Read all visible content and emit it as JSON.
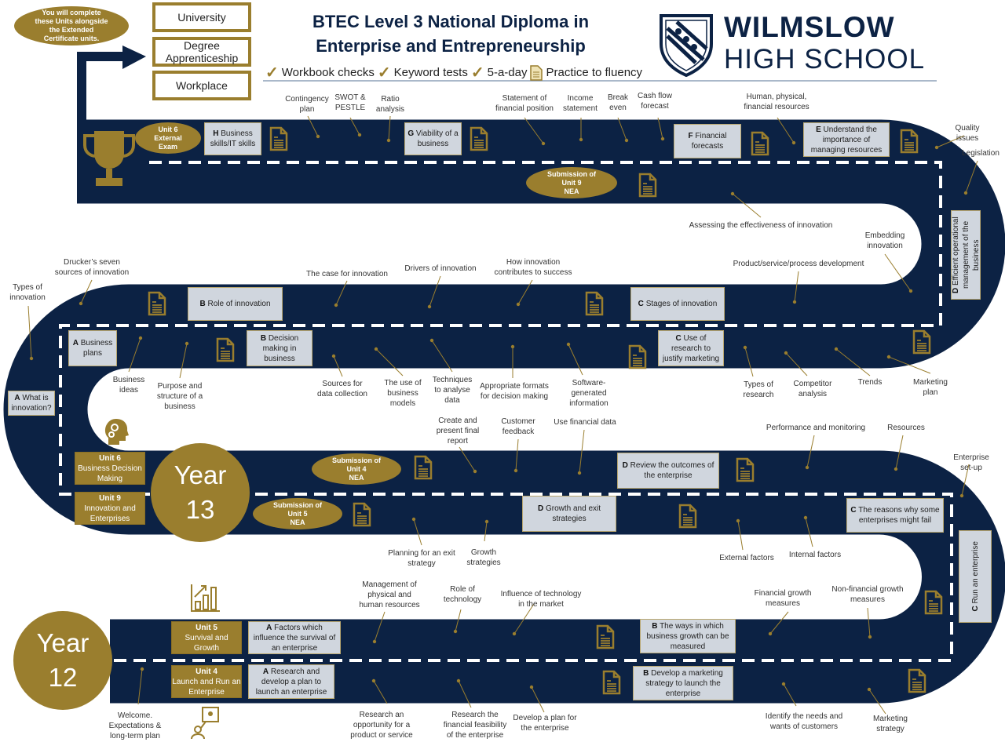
{
  "header": {
    "title_line1": "BTEC Level 3 National Diploma in",
    "title_line2": "Enterprise and Entrepreneurship",
    "checks": [
      "Workbook checks",
      "Keyword tests",
      "5-a-day",
      "Practice to fluency"
    ],
    "school_name_line1": "WILMSLOW",
    "school_name_line2": "HIGH SCHOOL"
  },
  "pathways": [
    "University",
    "Degree\nApprenticeship",
    "Workplace"
  ],
  "note": "You will complete\nthese Units alongside\nthe Extended\nCertificate units.",
  "years": [
    {
      "word": "Year",
      "num": "13"
    },
    {
      "word": "Year",
      "num": "12"
    }
  ],
  "milestones": [
    "Unit 6\nExternal\nExam",
    "Submission of\nUnit 9\nNEA",
    "Submission of\nUnit 4\nNEA",
    "Submission of\nUnit 5\nNEA"
  ],
  "units": [
    {
      "unit": "Unit 6",
      "name": "Business Decision Making"
    },
    {
      "unit": "Unit 9",
      "name": "Innovation and Enterprises"
    },
    {
      "unit": "Unit 5",
      "name": "Survival and Growth"
    },
    {
      "unit": "Unit 4",
      "name": "Launch and Run an Enterprise"
    }
  ],
  "learning_aims": [
    {
      "letter": "H",
      "text": "Business skills/IT skills"
    },
    {
      "letter": "G",
      "text": "Viability of a business"
    },
    {
      "letter": "F",
      "text": "Financial forecasts"
    },
    {
      "letter": "E",
      "text": "Understand the importance of managing resources"
    },
    {
      "letter": "D",
      "text": "Efficient operational management of the business"
    },
    {
      "letter": "B",
      "text": "Role of innovation"
    },
    {
      "letter": "C",
      "text": "Stages of innovation"
    },
    {
      "letter": "A",
      "text": "Business plans"
    },
    {
      "letter": "B",
      "text": "Decision making in business"
    },
    {
      "letter": "C",
      "text": "Use of research to justify marketing"
    },
    {
      "letter": "A",
      "text": "What is innovation?"
    },
    {
      "letter": "D",
      "text": "Review the outcomes of the enterprise"
    },
    {
      "letter": "D",
      "text": "Growth and exit strategies"
    },
    {
      "letter": "C",
      "text": "The reasons why some enterprises might fail"
    },
    {
      "letter": "C",
      "text": "Run an enterprise"
    },
    {
      "letter": "A",
      "text": "Factors which influence the survival of an enterprise"
    },
    {
      "letter": "B",
      "text": "The ways in which business growth can be measured"
    },
    {
      "letter": "A",
      "text": "Research and develop a plan to launch an enterprise"
    },
    {
      "letter": "B",
      "text": "Develop a marketing strategy to launch the enterprise"
    }
  ],
  "topics": [
    "Contingency\nplan",
    "SWOT &\nPESTLE",
    "Ratio\nanalysis",
    "Statement of\nfinancial position",
    "Income\nstatement",
    "Break\neven",
    "Cash flow\nforecast",
    "Human, physical,\nfinancial resources",
    "Quality issues",
    "Legislation",
    "Assessing the effectiveness of innovation",
    "Embedding\ninnovation",
    "Product/service/process development",
    "Drucker’s seven\nsources of innovation",
    "Types of\ninnovation",
    "The case for innovation",
    "Drivers of innovation",
    "How innovation\ncontributes to success",
    "Business\nideas",
    "Purpose and\nstructure of a\nbusiness",
    "Sources for\ndata collection",
    "The use of\nbusiness\nmodels",
    "Techniques\nto analyse\ndata",
    "Appropriate formats\nfor decision making",
    "Software-\ngenerated\ninformation",
    "Types of\nresearch",
    "Competitor\nanalysis",
    "Trends",
    "Marketing\nplan",
    "Create and\npresent final\nreport",
    "Customer\nfeedback",
    "Use financial data",
    "Performance and monitoring",
    "Resources",
    "Enterprise set-up",
    "Planning for an exit\nstrategy",
    "Growth\nstrategies",
    "External factors",
    "Internal factors",
    "Management of\nphysical and\nhuman resources",
    "Role of\ntechnology",
    "Influence of technology\nin the market",
    "Financial growth\nmeasures",
    "Non-financial growth\nmeasures",
    "Welcome.\nExpectations &\nlong-term plan",
    "Research an\nopportunity for a\nproduct or service",
    "Research the\nfinancial feasibility\nof the enterprise",
    "Develop a plan for\nthe enterprise",
    "Identify the needs and\nwants of customers",
    "Marketing\nstrategy"
  ],
  "colors": {
    "navy": "#0c2244",
    "gold": "#9a7e2e",
    "box": "#d0d6de"
  }
}
